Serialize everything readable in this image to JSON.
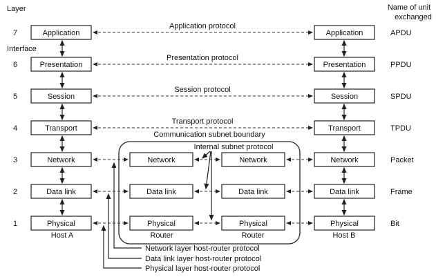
{
  "header": {
    "layer_label": "Layer",
    "unit_label_1": "Name of unit",
    "unit_label_2": "exchanged",
    "interface_label": "Interface"
  },
  "layers": [
    {
      "num": "7",
      "name": "Application",
      "protocol": "Application protocol",
      "unit": "APDU"
    },
    {
      "num": "6",
      "name": "Presentation",
      "protocol": "Presentation protocol",
      "unit": "PPDU"
    },
    {
      "num": "5",
      "name": "Session",
      "protocol": "Session protocol",
      "unit": "SPDU"
    },
    {
      "num": "4",
      "name": "Transport",
      "protocol": "Transport protocol",
      "unit": "TPDU"
    },
    {
      "num": "3",
      "name": "Network",
      "unit": "Packet"
    },
    {
      "num": "2",
      "name": "Data link",
      "unit": "Frame"
    },
    {
      "num": "1",
      "name": "Physical",
      "unit": "Bit"
    }
  ],
  "hosts": {
    "a": "Host A",
    "b": "Host B"
  },
  "subnet": {
    "boundary_label": "Communication subnet boundary",
    "internal_protocol": "Internal subnet protocol",
    "router_label": "Router"
  },
  "host_router_protocols": [
    "Network layer host-router protocol",
    "Data link layer host-router protocol",
    "Physical layer host-router protocol"
  ]
}
